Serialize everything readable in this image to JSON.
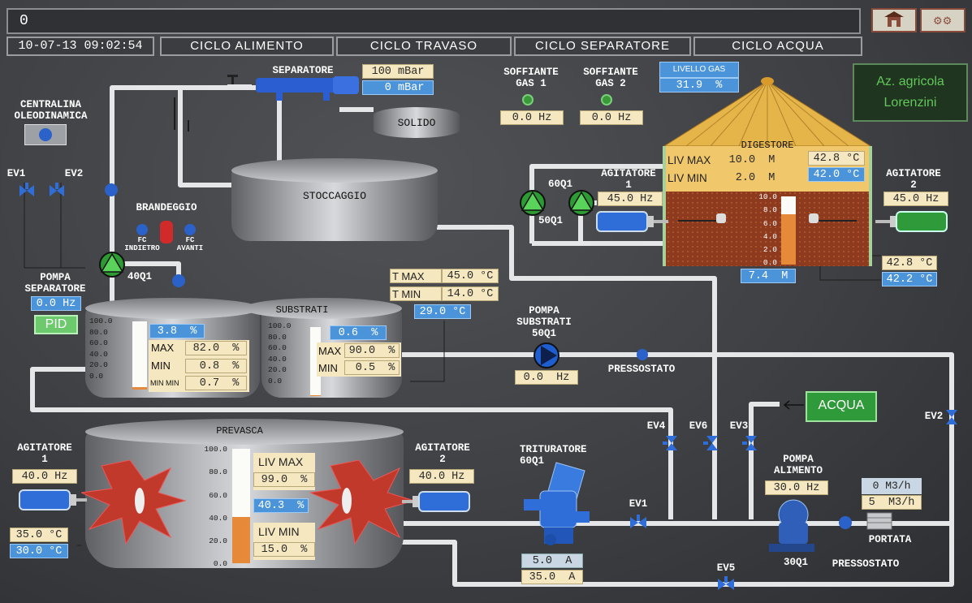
{
  "header": {
    "alarm_counter": "0",
    "datetime": "10-07-13  09:02:54"
  },
  "nav": {
    "alimento": "CICLO ALIMENTO",
    "travaso": "CICLO TRAVASO",
    "separatore": "CICLO SEPARATORE",
    "acqua": "CICLO ACQUA"
  },
  "icons": {
    "home": "home-icon",
    "settings": "settings-icon"
  },
  "company": {
    "line1": "Az. agricola",
    "line2": "Lorenzini"
  },
  "centralina": {
    "label": "CENTRALINA\nOLEODINAMICA"
  },
  "valves": {
    "ev1": "EV1",
    "ev2": "EV2",
    "ev1b": "EV1",
    "ev2b": "EV2",
    "ev3": "EV3",
    "ev4": "EV4",
    "ev5": "EV5",
    "ev6": "EV6"
  },
  "separatore": {
    "label": "SEPARATORE",
    "pressure_set": "100 mBar",
    "pressure": "  0 mBar",
    "solido": "SOLIDO"
  },
  "stoccaggio": {
    "label": "STOCCAGGIO"
  },
  "brandeggio": {
    "label": "BRANDEGGIO",
    "fc_indietro": "FC\nINDIETRO",
    "fc_avanti": "FC\nAVANTI"
  },
  "pompa_separatore": {
    "label": "POMPA\nSEPARATORE",
    "code": "40Q1",
    "hz": "0.0 Hz",
    "pid": "PID"
  },
  "soffianti": {
    "gas1_label": "SOFFIANTE\nGAS 1",
    "gas2_label": "SOFFIANTE\nGAS 2",
    "gas1_hz": "0.0 Hz",
    "gas2_hz": "0.0 Hz"
  },
  "livello_gas": {
    "label": "LIVELLO GAS",
    "value": "31.9  %"
  },
  "digestore": {
    "label": "DIGESTORE",
    "liv_max_label": "LIV MAX",
    "liv_max": "10.0  M",
    "liv_min_label": "LIV MIN",
    "liv_min": " 2.0  M",
    "temp1": "42.8 °C",
    "temp2": "42.0 °C",
    "temp3": "42.8 °C",
    "temp4": "42.2 °C",
    "level": "7.4  M",
    "scale": [
      "10.0",
      "8.0",
      "6.0",
      "4.0",
      "2.0",
      "0.0"
    ],
    "pumps_code_top": "60Q1",
    "pumps_code_bottom": "50Q1",
    "agitatore1_label": "AGITATORE\n1",
    "agitatore1_hz": "45.0 Hz",
    "agitatore2_label": "AGITATORE\n2",
    "agitatore2_hz": "45.0 Hz"
  },
  "temps": {
    "tmax_label": "T MAX",
    "tmax": "45.0 °C",
    "tmin_label": "T MIN",
    "tmin": "14.0 °C",
    "current": "29.0 °C"
  },
  "tank_left": {
    "scale": [
      "100.0",
      "80.0",
      "60.0",
      "40.0",
      "20.0",
      "0.0"
    ],
    "level": "3.8  %",
    "max_label": "MAX",
    "max": "82.0  %",
    "min_label": "MIN",
    "min": " 0.8  %",
    "minmin_label": "MIN MIN",
    "minmin": " 0.7  %"
  },
  "substrati": {
    "label": "SUBSTRATI",
    "scale": [
      "100.0",
      "80.0",
      "60.0",
      "40.0",
      "20.0",
      "0.0"
    ],
    "level": "0.6  %",
    "max_label": "MAX",
    "max": "90.0  %",
    "min_label": "MIN",
    "min": " 0.5  %"
  },
  "pompa_substrati": {
    "label": "POMPA\nSUBSTRATI\n50Q1",
    "hz": "0.0  Hz",
    "pressostato": "PRESSOSTATO"
  },
  "acqua": {
    "label": "ACQUA"
  },
  "prevasca": {
    "label": "PREVASCA",
    "scale": [
      "100.0",
      "80.0",
      "60.0",
      "40.0",
      "20.0",
      "0.0"
    ],
    "liv_max_label": "LIV MAX",
    "liv_max": "99.0  %",
    "level": "40.3  %",
    "liv_min_label": "LIV MIN",
    "liv_min": "15.0  %",
    "agitatore1_label": "AGITATORE\n1",
    "agitatore1_hz": "40.0 Hz",
    "agitatore2_label": "AGITATORE\n2",
    "agitatore2_hz": "40.0 Hz",
    "temp1": "35.0 °C",
    "temp2": "30.0 °C"
  },
  "trituratore": {
    "label": "TRITURATORE\n60Q1",
    "current1": "5.0  A",
    "current2": "35.0  A"
  },
  "pompa_alimento": {
    "label": "POMPA\nALIMENTO",
    "hz": "30.0 Hz",
    "code": "30Q1",
    "pressostato": "PRESSOSTATO"
  },
  "portata": {
    "label": "PORTATA",
    "v1": "0  M3/h",
    "v2": "5  M3/h"
  },
  "levels": {
    "tank_left_fill": 0.038,
    "substrati_fill": 0.006,
    "prevasca_fill": 0.403,
    "digestore_fill": 0.74
  }
}
